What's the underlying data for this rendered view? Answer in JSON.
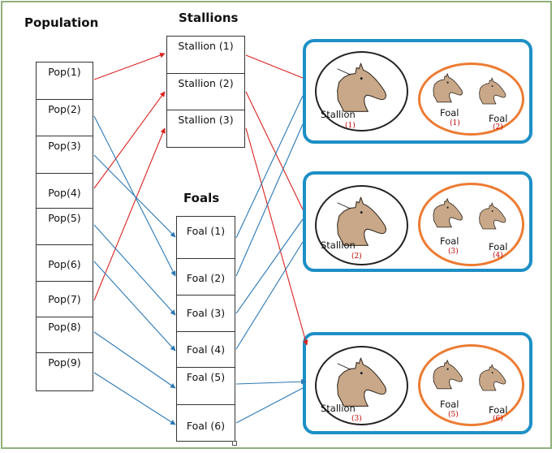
{
  "headings": {
    "population": "Population",
    "stallions": "Stallions",
    "foals": "Foals"
  },
  "population": [
    "Pop(1)",
    "Pop(2)",
    "Pop(3)",
    "Pop(4)",
    "Pop(5)",
    "Pop(6)",
    "Pop(7)",
    "Pop(8)",
    "Pop(9)"
  ],
  "stallions": [
    "Stallion (1)",
    "Stallion (2)",
    "Stallion (3)"
  ],
  "foals": [
    "Foal (1)",
    "Foal (2)",
    "Foal (3)",
    "Foal (4)",
    "Foal (5)",
    "Foal (6)"
  ],
  "groups": [
    {
      "stallion_label": "Stallion",
      "stallion_num": "(1)",
      "foal_label": "Foal",
      "foal_a_num": "(1)",
      "foal_b_num": "(2)"
    },
    {
      "stallion_label": "Stallion",
      "stallion_num": "(2)",
      "foal_label": "Foal",
      "foal_a_num": "(3)",
      "foal_b_num": "(4)"
    },
    {
      "stallion_label": "Stallion",
      "stallion_num": "(3)",
      "foal_label": "Foal",
      "foal_a_num": "(5)",
      "foal_b_num": "(6)"
    }
  ],
  "colors": {
    "stallion_link": "#d9221f",
    "foal_link": "#2b78b4",
    "panel_border": "#1d8fc6",
    "foal_ellipse": "#ec7b32",
    "horse_fill": "#c8a888",
    "frame": "#8fb07a"
  }
}
